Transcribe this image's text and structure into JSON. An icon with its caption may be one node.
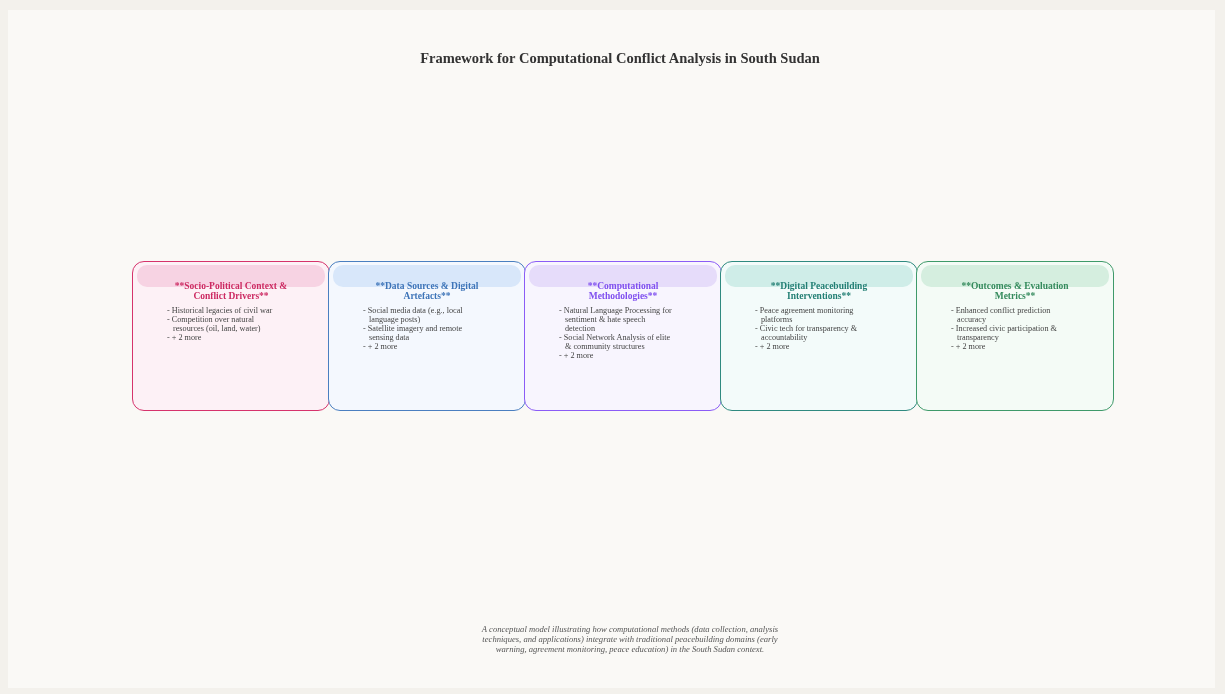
{
  "diagram": {
    "title": "Framework for Computational Conflict Analysis in South Sudan",
    "caption": "A conceptual model illustrating how computational methods (data collection, analysis techniques, and applications) integrate with traditional peacebuilding domains (early warning, agreement monitoring, peace education) in the South Sudan context.",
    "nodes": [
      {
        "text": [
          "**Socio-Political Context & Conflict Drivers**",
          "- Historical legacies of civil war",
          "- Competition over natural resources (oil, land, water)",
          "- + 2 more"
        ]
      },
      {
        "text": [
          "**Data Sources & Digital Artefacts**",
          "- Social media data (e.g., local language posts)",
          "- Satellite imagery and remote sensing data",
          "- + 2 more"
        ]
      },
      {
        "text": [
          "**Computational Methodologies**",
          "- Natural Language Processing for sentiment & hate speech detection",
          "- Social Network Analysis of elite & community structures",
          "- + 2 more"
        ]
      },
      {
        "text": [
          "**Digital Peacebuilding Interventions**",
          "- Peace agreement monitoring platforms",
          "- Civic tech for transparency & accountability",
          "- + 2 more"
        ]
      },
      {
        "text": [
          "**Outcomes & Evaluation Metrics**",
          "- Enhanced conflict prediction accuracy",
          "- Increased civic participation & transparency",
          "- + 2 more"
        ]
      }
    ],
    "edges": []
  }
}
